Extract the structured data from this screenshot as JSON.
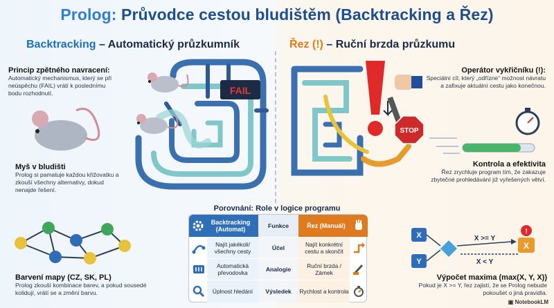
{
  "title": {
    "prefix": "Prolog:",
    "main": "Průvodce cestou bludištěm (Backtracking a Řez)"
  },
  "left_section": {
    "keyword": "Backtracking",
    "rest": "– Automatický průzkumník",
    "fail_label": "FAIL",
    "blocks": [
      {
        "title": "Princip zpětného navracení:",
        "body": "Automatický mechanismus, který se při neúspěchu (FAIL) vrátí k poslednímu bodu rozhodnutí."
      },
      {
        "title": "Myš v bludišti",
        "body": "Prolog si pamatuje každou křižovatku a zkouší všechny alternativy, dokud nenajde řešení."
      },
      {
        "title": "Barvení mapy (CZ, SK, PL)",
        "body": "Prolog zkouší kombinace barev, a pokud sousedé kolidují, vrátí se a změní barvu."
      }
    ]
  },
  "right_section": {
    "keyword": "Řez (!)",
    "rest": "– Ruční brzda průzkumu",
    "stop_label": "STOP",
    "blocks": [
      {
        "title": "Operátor vykřičníku (!):",
        "body": "Speciální cíl, který „odřízne“ možnost návratu a zafixuje aktuální cestu jako konečnou."
      },
      {
        "title": "Kontrola a efektivita",
        "body": "Řez zrychluje program tím, že zakazuje zbytečné prohledávání již vyřešených větví."
      },
      {
        "title": "Výpočet maxima (max(X, Y, X))",
        "body": "Pokud je X >= Y, řez zajistí, že se Prolog nebude pokoušet o jiná pravidla."
      }
    ],
    "max_diagram": {
      "node_x": "X",
      "node_y": "Y",
      "result": "X",
      "cond_true": "X >= Y",
      "cond_false": "X < Y"
    }
  },
  "comparison": {
    "title": "Porovnání: Role v logice programu",
    "headers": {
      "left": "Backtracking (Automat)",
      "mid": "Funkce",
      "right": "Řez (Manuál)"
    },
    "rows": [
      {
        "left": "Najít jakékoli/ všechny cesty",
        "mid": "Účel",
        "right": "Najít konkrétní cestu a skončit"
      },
      {
        "left": "Automatická převodovka",
        "mid": "Analogie",
        "right": "Ruční brzda / Zámek"
      },
      {
        "left": "Úplnost hledání",
        "mid": "Výsledek",
        "right": "Rychlost a kontrola"
      }
    ]
  },
  "brand": "NotebookLM",
  "colors": {
    "title_blue": "#1d4f8f",
    "left_accent": "#1b6fc0",
    "right_accent": "#e57819",
    "exclaim_red": "#e02a2a",
    "maze_blue": "#3a6fb0",
    "maze_teal": "#7fc7c9"
  }
}
